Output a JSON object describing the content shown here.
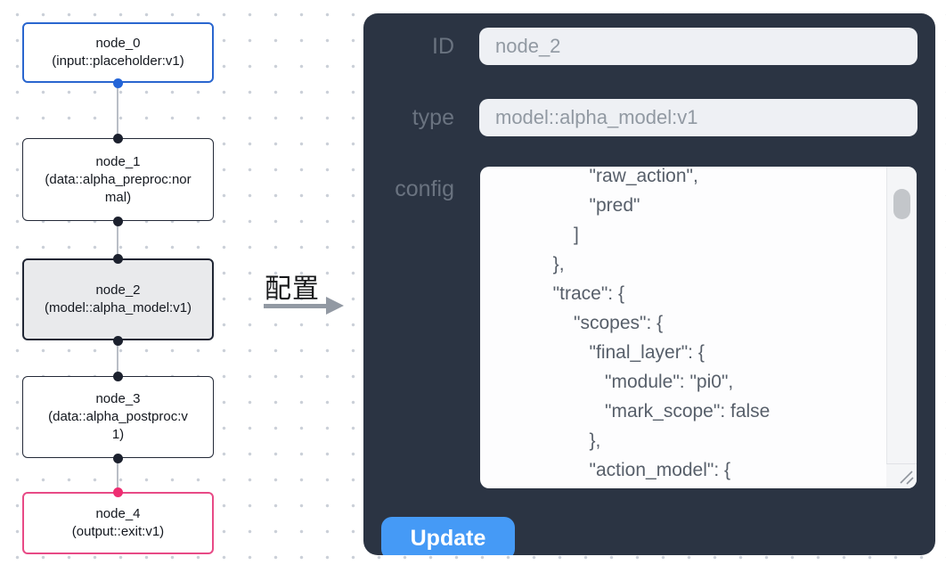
{
  "flow": {
    "nodes": [
      {
        "id": "node_0",
        "type_label": "(input::placeholder:v1)"
      },
      {
        "id": "node_1",
        "type_label": "(data::alpha_preproc:normal)"
      },
      {
        "id": "node_2",
        "type_label": "(model::alpha_model:v1)"
      },
      {
        "id": "node_3",
        "type_label": "(data::alpha_postproc:v1)"
      },
      {
        "id": "node_4",
        "type_label": "(output::exit:v1)"
      }
    ]
  },
  "transition": {
    "label": "配置"
  },
  "panel": {
    "id_label": "ID",
    "id_value": "node_2",
    "type_label": "type",
    "type_value": "model::alpha_model:v1",
    "config_label": "config",
    "config_lines": [
      "                     \"raw_action\",",
      "                     \"pred\"",
      "                  ]",
      "              },",
      "              \"trace\": {",
      "                  \"scopes\": {",
      "                     \"final_layer\": {",
      "                        \"module\": \"pi0\",",
      "                        \"mark_scope\": false",
      "                     },",
      "                     \"action_model\": {"
    ],
    "update_label": "Update"
  },
  "colors": {
    "panel_bg": "#2b3443",
    "button_blue": "#459af6",
    "node_input_border": "#2a66cf",
    "node_selected_border": "#202634",
    "node_output_border": "#e84a86",
    "port_blue": "#2465d8",
    "port_dark": "#1c212e",
    "port_pink": "#ee2d71"
  }
}
